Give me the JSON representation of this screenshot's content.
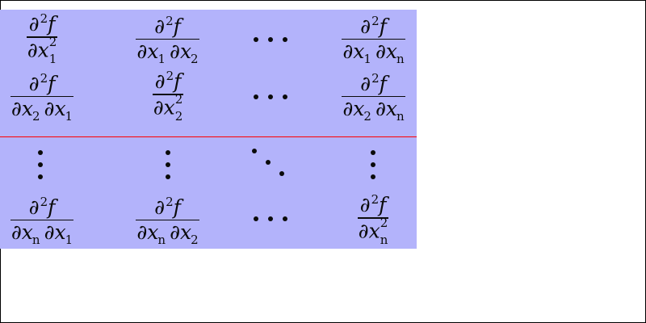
{
  "symbols": {
    "partial": "∂",
    "f": "f",
    "x": "x",
    "two": "2"
  },
  "rows": [
    {
      "cells": [
        {
          "num_sup": "2",
          "den": [
            {
              "var": "x",
              "sub": "1",
              "sup": "2"
            }
          ]
        },
        {
          "num_sup": "2",
          "den": [
            {
              "var": "x",
              "sub": "1"
            },
            {
              "var": "x",
              "sub": "2"
            }
          ]
        },
        {
          "type": "hdots"
        },
        {
          "num_sup": "2",
          "den": [
            {
              "var": "x",
              "sub": "1"
            },
            {
              "var": "x",
              "sub": "n"
            }
          ]
        }
      ]
    },
    {
      "cells": [
        {
          "num_sup": "2",
          "den": [
            {
              "var": "x",
              "sub": "2"
            },
            {
              "var": "x",
              "sub": "1"
            }
          ]
        },
        {
          "num_sup": "2",
          "den": [
            {
              "var": "x",
              "sub": "2",
              "sup": "2"
            }
          ]
        },
        {
          "type": "hdots"
        },
        {
          "num_sup": "2",
          "den": [
            {
              "var": "x",
              "sub": "2"
            },
            {
              "var": "x",
              "sub": "n"
            }
          ]
        }
      ]
    },
    {
      "cells": [
        {
          "type": "vdots"
        },
        {
          "type": "vdots"
        },
        {
          "type": "ddots"
        },
        {
          "type": "vdots"
        }
      ]
    },
    {
      "cells": [
        {
          "num_sup": "2",
          "den": [
            {
              "var": "x",
              "sub": "n"
            },
            {
              "var": "x",
              "sub": "1"
            }
          ]
        },
        {
          "num_sup": "2",
          "den": [
            {
              "var": "x",
              "sub": "n"
            },
            {
              "var": "x",
              "sub": "2"
            }
          ]
        },
        {
          "type": "hdots"
        },
        {
          "num_sup": "2",
          "den": [
            {
              "var": "x",
              "sub": "n",
              "sup": "2"
            }
          ]
        }
      ]
    }
  ]
}
